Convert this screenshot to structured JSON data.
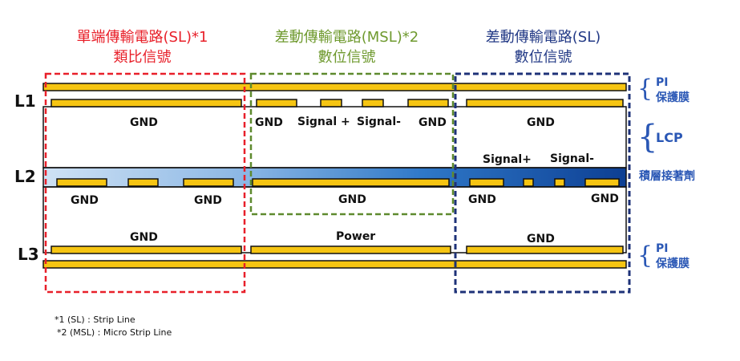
{
  "headers": {
    "sl_single_line1": "單端傳輸電路(SL)*1",
    "sl_single_line2": "類比信號",
    "msl_diff_line1": "差動傳輸電路(MSL)*2",
    "msl_diff_line2": "數位信號",
    "sl_diff_line1": "差動傳輸電路(SL)",
    "sl_diff_line2": "數位信號"
  },
  "layers": {
    "l1": "L1",
    "l2": "L2",
    "l3": "L3"
  },
  "labels": {
    "gnd": "GND",
    "signal_plus_spaced": "Signal +",
    "signal_minus": "Signal-",
    "signal_plus": "Signal+",
    "power": "Power"
  },
  "side_labels": {
    "pi_top_1": "PI",
    "pi_top_2": "保護膜",
    "lcp": "LCP",
    "adhesive": "積層接著劑",
    "pi_bottom_1": "PI",
    "pi_bottom_2": "保護膜"
  },
  "footnotes": {
    "note1": "*1 (SL) : Strip Line",
    "note2": "*2 (MSL) : Micro Strip Line"
  },
  "colors": {
    "copper": "#f6c512",
    "copper_edge": "#1a1a1a",
    "red_box": "#e8202a",
    "green_box": "#5e8a2e",
    "navy_box": "#1e3278",
    "side_text": "#2a57b5"
  }
}
